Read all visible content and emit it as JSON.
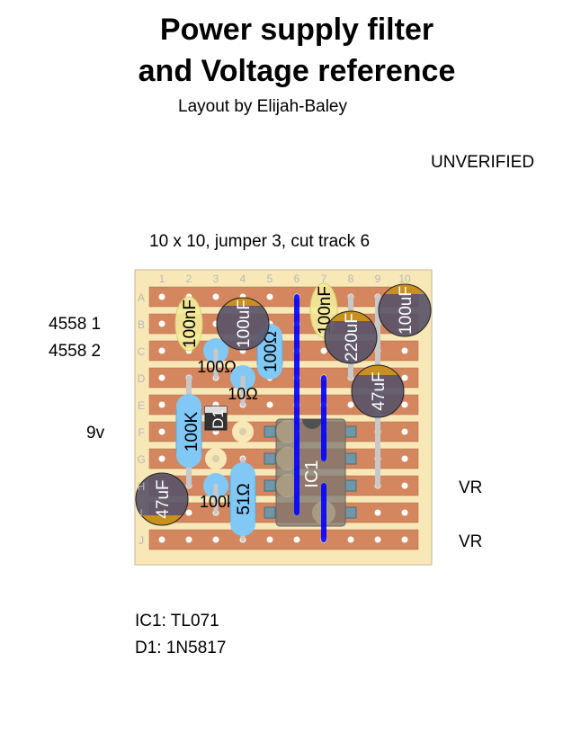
{
  "title": {
    "line1": "Power supply filter",
    "line2": "and Voltage reference"
  },
  "byline": "Layout by Elijah-Baley",
  "status": "UNVERIFIED",
  "board_info": "10 x 10, jumper 3, cut track 6",
  "columns": [
    "1",
    "2",
    "3",
    "4",
    "5",
    "6",
    "7",
    "8",
    "9",
    "10"
  ],
  "rows": [
    "A",
    "B",
    "C",
    "D",
    "E",
    "F",
    "G",
    "H",
    "I",
    "J"
  ],
  "side_labels": [
    {
      "text": "4558 1",
      "row": "B",
      "side": "left"
    },
    {
      "text": "4558 2",
      "row": "C",
      "side": "left"
    },
    {
      "text": "9v",
      "row": "F",
      "side": "left"
    },
    {
      "text": "VR",
      "row": "H",
      "side": "right"
    },
    {
      "text": "VR",
      "row": "J",
      "side": "right"
    }
  ],
  "components": {
    "c1": "100nF",
    "c2": "100uF",
    "c3": "100nF",
    "c4": "220uF",
    "c5": "100uF",
    "c6": "47uF",
    "c7": "47uF",
    "r1": "100Ω",
    "r2": "100Ω",
    "r3": "10Ω",
    "r4": "100K",
    "r5": "100k",
    "r6": "51Ω",
    "d1": "D1",
    "ic1": "IC1"
  },
  "parts_list": [
    "IC1: TL071",
    "D1: 1N5817"
  ],
  "colors": {
    "board": "#f8e8b8",
    "track": "#d4865e",
    "jumper": "#0000ff",
    "resistor": "#82c8f5",
    "film_cap": "#f3ec9a",
    "elec_cap": "#5a5468",
    "cap_stripe": "#c8901e"
  }
}
